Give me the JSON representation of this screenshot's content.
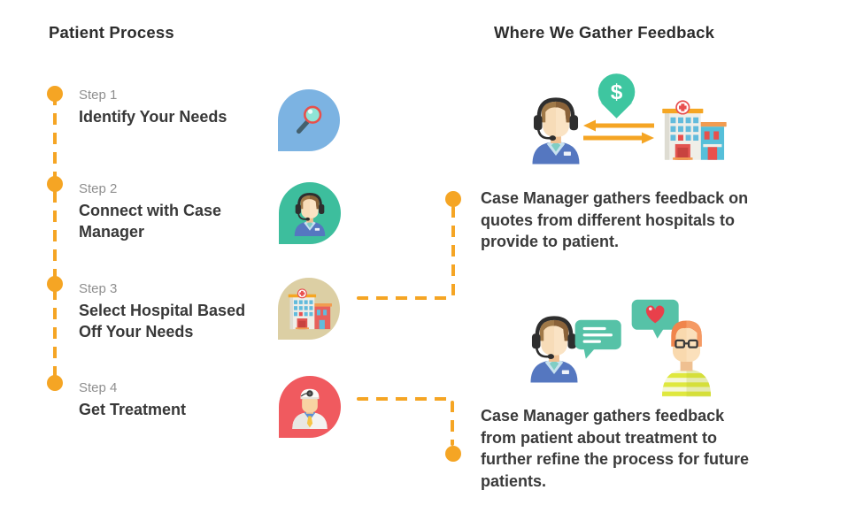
{
  "headers": {
    "left": "Patient Process",
    "right": "Where We Gather Feedback"
  },
  "steps": [
    {
      "label": "Step 1",
      "title_lines": [
        "Identify Your Needs"
      ],
      "icon": "magnifier-pin",
      "pin_color": "#7CB3E2"
    },
    {
      "label": "Step 2",
      "title_lines": [
        "Connect with Case",
        "Manager"
      ],
      "icon": "case-manager-pin",
      "pin_color": "#3DBE9D"
    },
    {
      "label": "Step 3",
      "title_lines": [
        "Select Hospital Based",
        "Off Your Needs"
      ],
      "icon": "hospital-pin",
      "pin_color": "#DCCFA4"
    },
    {
      "label": "Step 4",
      "title_lines": [
        "Get Treatment"
      ],
      "icon": "doctor-pin",
      "pin_color": "#F05A5F"
    }
  ],
  "feedback_notes": [
    {
      "lines": [
        "Case Manager gathers feedback on",
        "quotes from different hospitals to",
        "provide to patient."
      ],
      "illustration": "case-manager exchanging quotes with hospital under dollar pin"
    },
    {
      "lines": [
        "Case Manager gathers feedback",
        "from patient about treatment to",
        "further refine the process for future",
        "patients."
      ],
      "illustration": "case-manager chatting with patient, message and heart bubbles"
    }
  ],
  "icons": {
    "dollar_sign": "$",
    "names": [
      "magnifier-icon",
      "case-manager-icon",
      "hospital-icon",
      "doctor-icon",
      "dollar-pin-icon",
      "exchange-arrows-icon",
      "chat-bubble-lines-icon",
      "chat-bubble-heart-icon",
      "patient-icon"
    ]
  },
  "colors": {
    "accent_orange": "#F5A524",
    "step_label_gray": "#8F8F8F",
    "text_dark": "#3A3A3A",
    "pin_blue": "#7CB3E2",
    "pin_teal": "#3DBE9D",
    "pin_tan": "#DCCFA4",
    "pin_red": "#F05A5F",
    "bubble_teal": "#56C2A7",
    "heart_red": "#E8404B"
  }
}
